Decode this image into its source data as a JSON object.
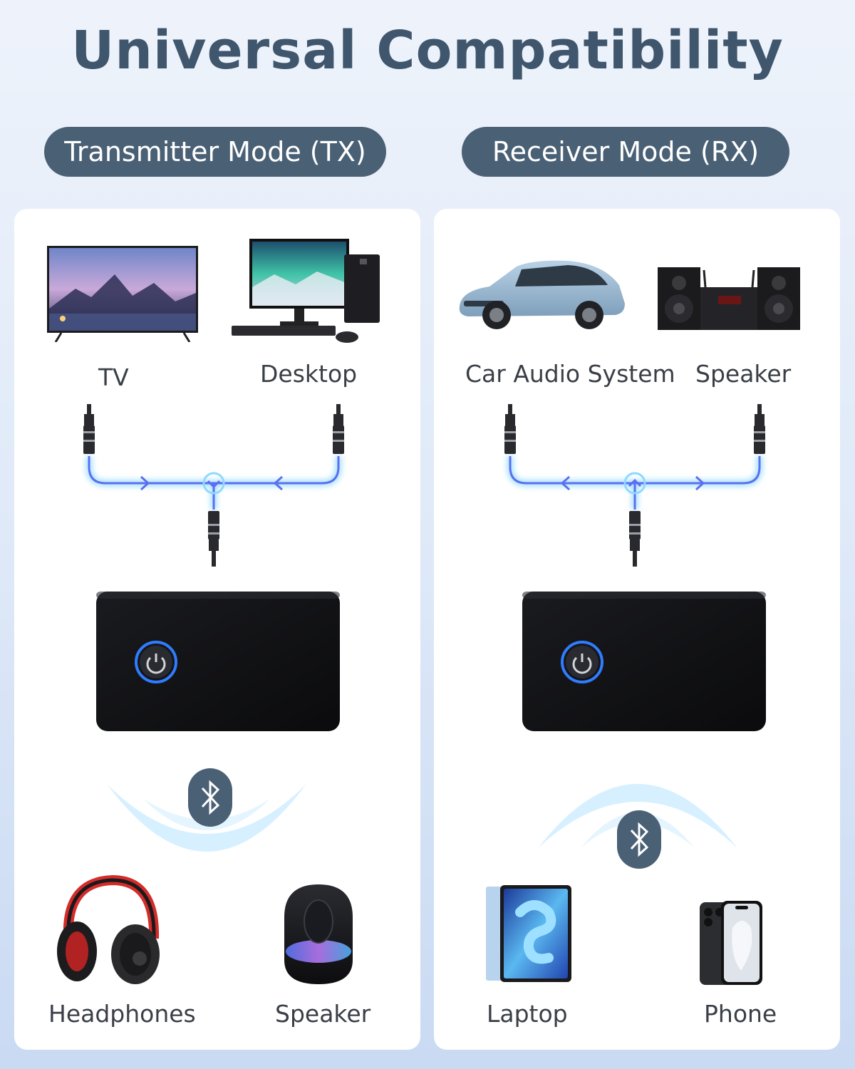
{
  "header": {
    "title": "Universal Compatibility"
  },
  "modes": {
    "tx": {
      "label": "Transmitter Mode (TX)",
      "sources": [
        "TV",
        "Desktop"
      ],
      "outputs": [
        "Headphones",
        "Speaker"
      ]
    },
    "rx": {
      "label": "Receiver Mode (RX)",
      "sources": [
        "Car Audio System",
        "Speaker"
      ],
      "outputs": [
        "Laptop",
        "Phone"
      ]
    }
  },
  "icons": {
    "tv": "tv-icon",
    "desktop": "desktop-computer-icon",
    "car": "car-icon",
    "stereo": "stereo-speaker-icon",
    "headphones": "headphones-icon",
    "smart_speaker": "smart-speaker-icon",
    "tablet": "tablet-icon",
    "phone": "phone-icon",
    "bluetooth": "bluetooth-icon",
    "power": "power-icon"
  },
  "colors": {
    "title": "#3f566d",
    "pill": "#4a6075",
    "signal": "#5b7cf0",
    "glow": "#7cd7ff"
  }
}
